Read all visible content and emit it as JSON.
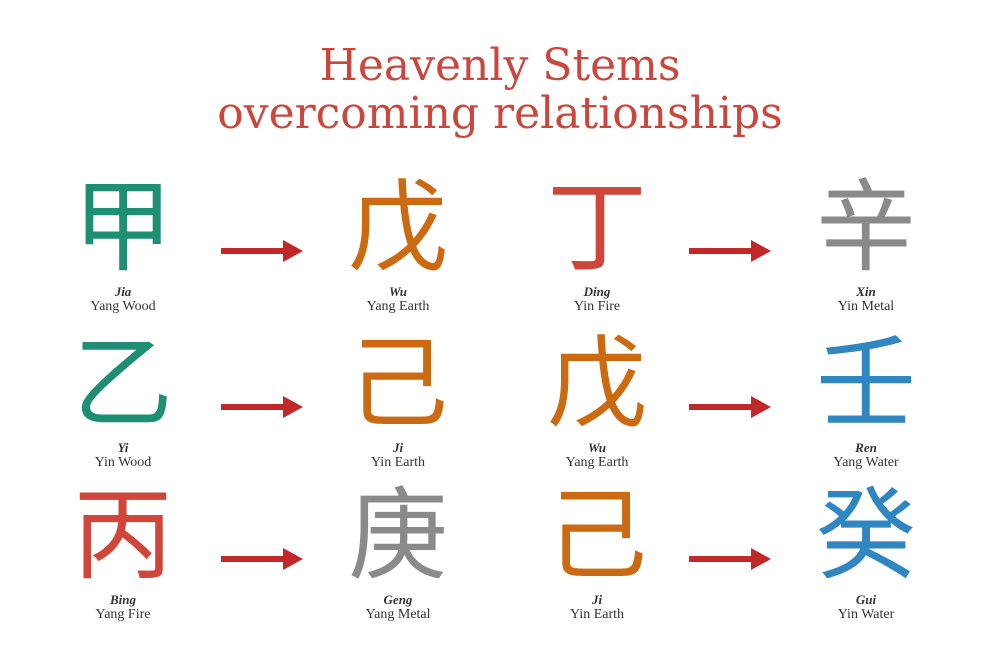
{
  "title": {
    "line1": "Heavenly Stems",
    "line2": "overcoming relationships"
  },
  "colors": {
    "wood": "#1f8f73",
    "earth": "#cc6a12",
    "fire": "#d0463a",
    "metal": "#8a8a8a",
    "water": "#2f86c0",
    "arrow": "#c0282a"
  },
  "rows": [
    {
      "pairs": [
        {
          "from": {
            "char": "甲",
            "pinyin": "Jia",
            "element": "Yang Wood",
            "color": "#1f8f73"
          },
          "to": {
            "char": "戊",
            "pinyin": "Wu",
            "element": "Yang Earth",
            "color": "#cc6a12"
          }
        },
        {
          "from": {
            "char": "丁",
            "pinyin": "Ding",
            "element": "Yin Fire",
            "color": "#d0463a"
          },
          "to": {
            "char": "辛",
            "pinyin": "Xin",
            "element": "Yin Metal",
            "color": "#8a8a8a"
          }
        }
      ]
    },
    {
      "pairs": [
        {
          "from": {
            "char": "乙",
            "pinyin": "Yi",
            "element": "Yin Wood",
            "color": "#1f8f73"
          },
          "to": {
            "char": "己",
            "pinyin": "Ji",
            "element": "Yin Earth",
            "color": "#cc6a12"
          }
        },
        {
          "from": {
            "char": "戊",
            "pinyin": "Wu",
            "element": "Yang Earth",
            "color": "#cc6a12"
          },
          "to": {
            "char": "壬",
            "pinyin": "Ren",
            "element": "Yang Water",
            "color": "#2f86c0"
          }
        }
      ]
    },
    {
      "pairs": [
        {
          "from": {
            "char": "丙",
            "pinyin": "Bing",
            "element": "Yang Fire",
            "color": "#d0463a"
          },
          "to": {
            "char": "庚",
            "pinyin": "Geng",
            "element": "Yang Metal",
            "color": "#8a8a8a"
          }
        },
        {
          "from": {
            "char": "己",
            "pinyin": "Ji",
            "element": "Yin Earth",
            "color": "#cc6a12"
          },
          "to": {
            "char": "癸",
            "pinyin": "Gui",
            "element": "Yin Water",
            "color": "#2f86c0"
          }
        }
      ]
    }
  ]
}
